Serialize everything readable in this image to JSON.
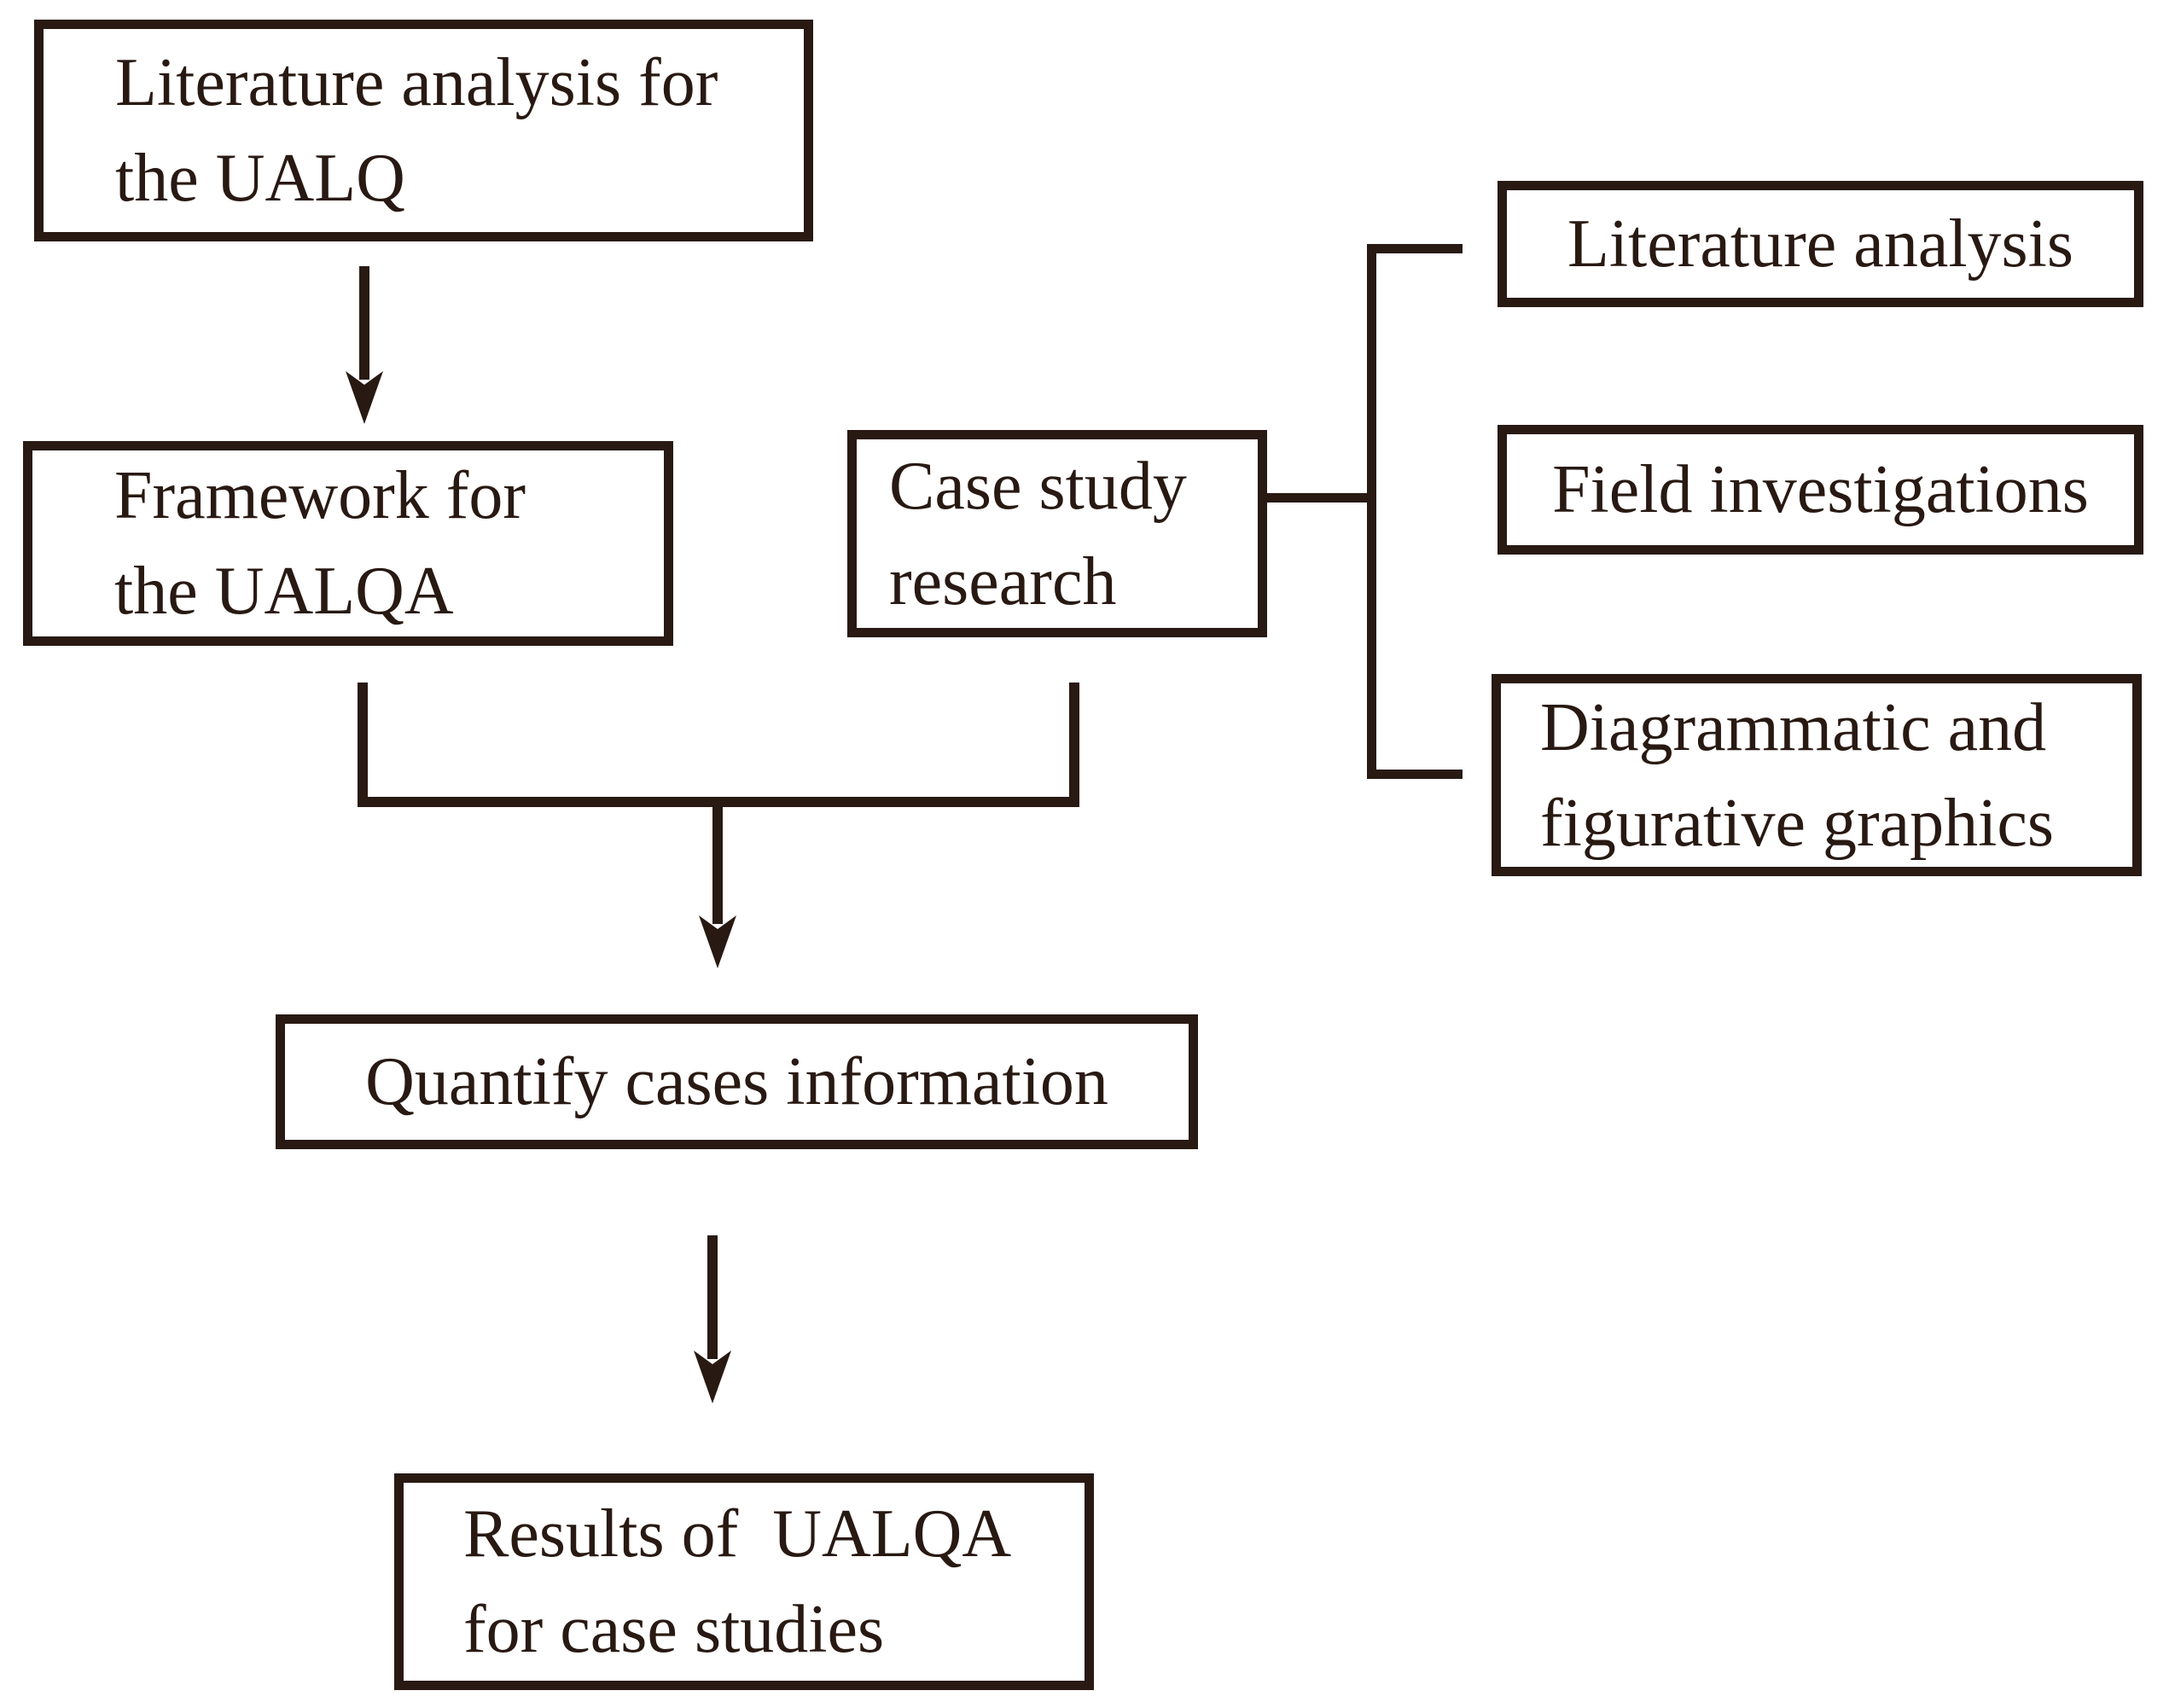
{
  "nodes": {
    "lit_ualq": {
      "line1": "Literature analysis for",
      "line2": "the UALQ"
    },
    "framework": {
      "line1": "Framework for",
      "line2": "the UALQA"
    },
    "case_study": {
      "line1": "Case study",
      "line2": "research"
    },
    "lit_analysis": {
      "label": "Literature analysis"
    },
    "field": {
      "label": "Field investigations"
    },
    "diagrammatic": {
      "line1": "Diagrammatic and",
      "line2": "figurative graphics"
    },
    "quantify": {
      "label": "Quantify cases information"
    },
    "results": {
      "line1": "Results of  UALQA",
      "line2": "for case studies"
    }
  },
  "colors": {
    "ink": "#281912",
    "background": "#ffffff"
  }
}
